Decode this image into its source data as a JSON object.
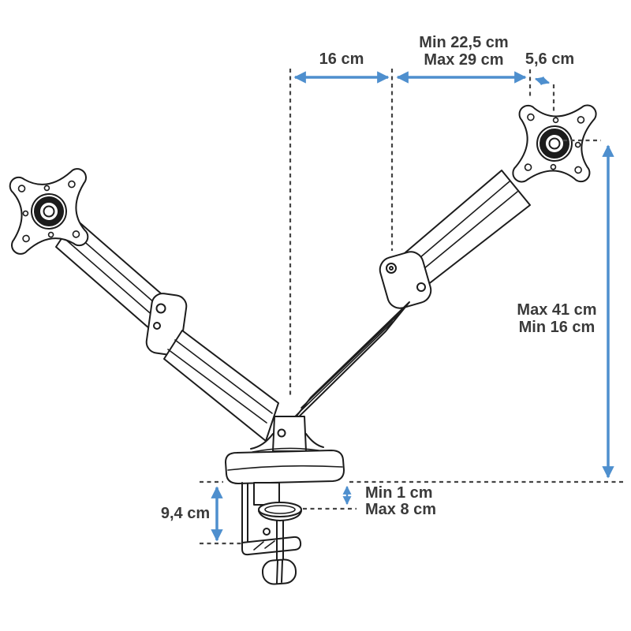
{
  "colors": {
    "accent": "#4e8fce",
    "ink": "#1c1c1c",
    "label": "#3a3a3a",
    "dash": "#454545"
  },
  "dimensions": {
    "arm_left_reach": "16 cm",
    "arm_right_reach_min": "Min 22,5 cm",
    "arm_right_reach_max": "Max 29 cm",
    "vesa_offset": "5,6 cm",
    "height_max": "Max 41 cm",
    "height_min": "Min 16 cm",
    "clamp_height": "9,4 cm",
    "desk_thickness_min": "Min 1 cm",
    "desk_thickness_max": "Max 8 cm"
  }
}
